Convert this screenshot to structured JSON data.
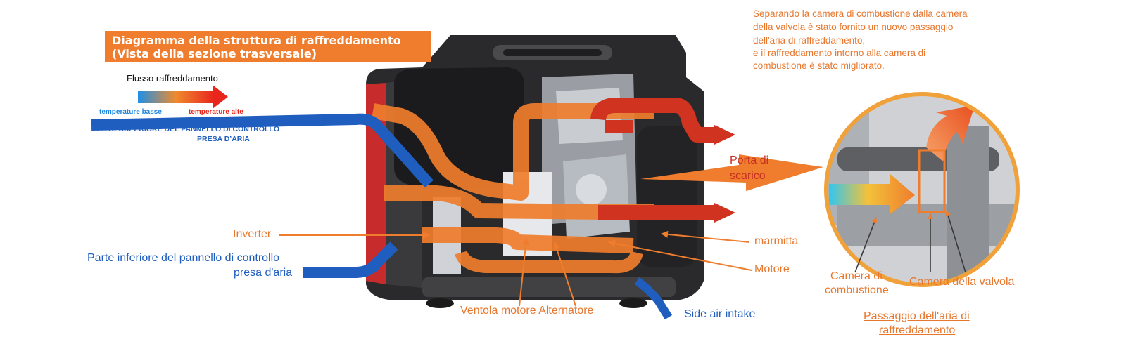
{
  "title": {
    "line1": "Diagramma della struttura di raffreddamento",
    "line2": "(Vista della sezione trasversale)"
  },
  "legend": {
    "flow_label": "Flusso raffreddamento",
    "low_temp": "temperature basse",
    "high_temp": "temperature alte"
  },
  "labels": {
    "upper_intake_1": "PARTE SUPERIORE DEL PANNELLO DI CONTROLLO",
    "upper_intake_2": "PRESA D’ARIA",
    "inverter": "Inverter",
    "lower_intake_1": "Parte inferiore del pannello di controllo",
    "lower_intake_2": "presa d'aria",
    "fan": "Ventola motore Alternatore",
    "side_intake": "Side air intake",
    "muffler": "marmitta",
    "engine": "Motore",
    "exhaust_1": "Porta di",
    "exhaust_2": "scarico"
  },
  "description": [
    "Separando la camera di combustione dalla camera",
    "della valvola è stato fornito un nuovo passaggio",
    "dell'aria di raffreddamento,",
    "e il raffreddamento intorno alla camera di",
    "combustione è stato migliorato."
  ],
  "detail": {
    "combustion_1": "Camera di",
    "combustion_2": "combustione",
    "valve": "Camera della valvola",
    "passage_1": "Passaggio dell'aria di",
    "passage_2": "raffreddamento"
  },
  "colors": {
    "accent_orange": "#ef7d2d",
    "cool_blue": "#1f5ebf",
    "hot_red": "#d0331f"
  }
}
